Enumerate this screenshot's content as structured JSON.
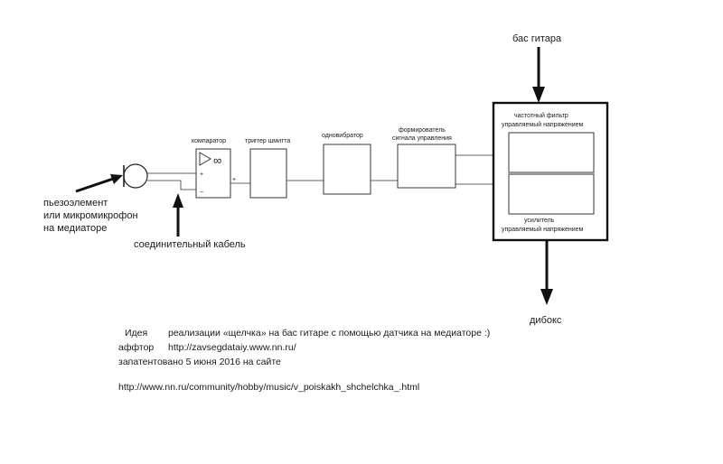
{
  "inputs": {
    "piezo_lines": [
      "пьезоэлемент",
      "или микромикрофон",
      "на медиаторе"
    ],
    "cable": "соединительный кабель",
    "bass": "бас гитара",
    "output": "дибокс"
  },
  "blocks": {
    "comparator": "компаратор",
    "comparator_symbol": "∞",
    "comparator_plus": "+",
    "comparator_minus": "−",
    "comparator_out_plus": "+",
    "schmitt": "триггер шмитта",
    "oneshot": "одновибратор",
    "shaper_lines": [
      "формирователь",
      "сигнала управления"
    ],
    "filter_lines": [
      "частотный фильтр",
      "управляемый напряжением"
    ],
    "amp_lines": [
      "усилитель",
      "управляемый напряжением"
    ]
  },
  "notes": {
    "idea_label": "Идея",
    "idea_text": "реализации «щелчка» на бас гитаре с помощью датчика на медиаторе :)",
    "author_label": "аффтор",
    "author_url": "http://zavsegdataiy.www.nn.ru/",
    "patent": "запатентовано 5 июня 2016 на сайте",
    "source_url": "http://www.nn.ru/community/hobby/music/v_poiskakh_shchelchka_.html"
  }
}
